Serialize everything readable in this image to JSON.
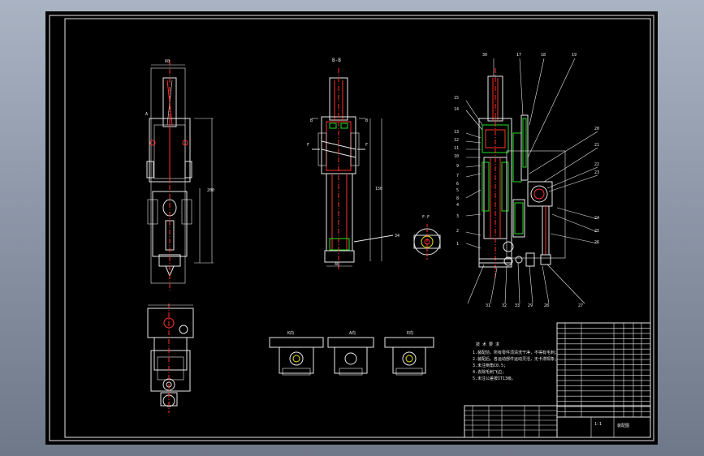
{
  "views": {
    "section_bb": "B-B",
    "section_ff": "F-F",
    "cut_a": "A",
    "cut_b": "B",
    "cut_f": "F",
    "view_k": "K向",
    "view_a": "A向",
    "view_e": "E向"
  },
  "balloons": [
    "30",
    "17",
    "18",
    "19",
    "15",
    "14",
    "13",
    "12",
    "11",
    "10",
    "9",
    "8",
    "7",
    "6",
    "5",
    "4",
    "3",
    "2",
    "1",
    "20",
    "21",
    "22",
    "23",
    "24",
    "25",
    "26",
    "27",
    "28",
    "29",
    "33",
    "32",
    "31"
  ],
  "tech_notes": [
    "技 术 要 求",
    "1.装配前，所有零件须清洗干净，不得有毛刺；",
    "2.装配后，各运动部件运动灵活，无卡滞现象；",
    "3.未注倒角C0.5；",
    "4.去除毛刺飞边；",
    "5.未注公差按IT13级。"
  ],
  "title_block": {
    "drawing_name": "装配图",
    "scale": "1:1"
  }
}
